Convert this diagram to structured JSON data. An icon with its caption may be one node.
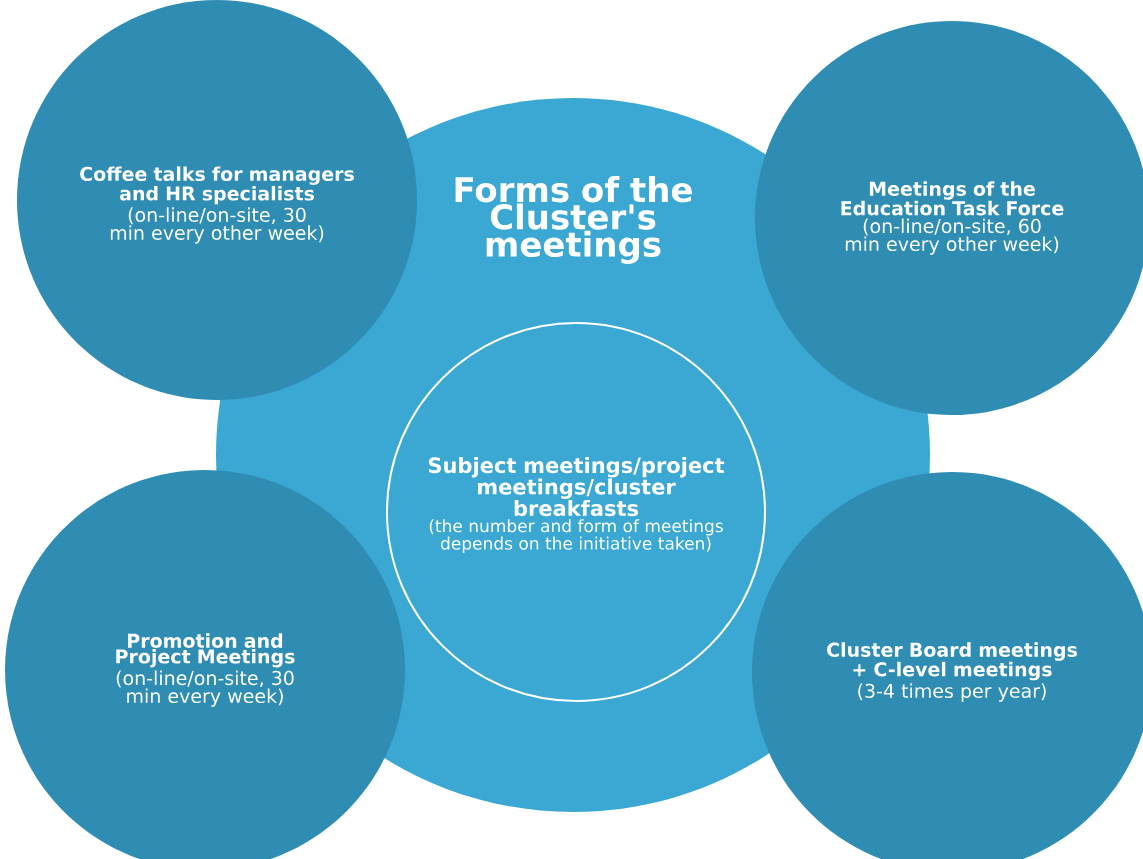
{
  "diagram": {
    "nodes": [
      {
        "text": [
          "Forms of the Cluster's meetings"
        ]
      },
      {
        "text": [
          "Coffee talks for managers and HR specialists",
          "(on-line/on-site, 30 min every other week)"
        ]
      },
      {
        "text": [
          "Meetings of the Education Task Force",
          "(on-line/on-site, 60 min every other week)"
        ]
      },
      {
        "text": [
          "Subject meetings/project meetings/cluster breakfasts",
          "(the number and form of meetings depends on the initiative taken)"
        ],
        "in": 0
      },
      {
        "text": [
          "Promotion and Project Meetings",
          "(on-line/on-site, 30 min every week)"
        ]
      },
      {
        "text": [
          "Cluster Board meetings + C-level meetings",
          "(3-4 times per year)"
        ]
      }
    ]
  }
}
